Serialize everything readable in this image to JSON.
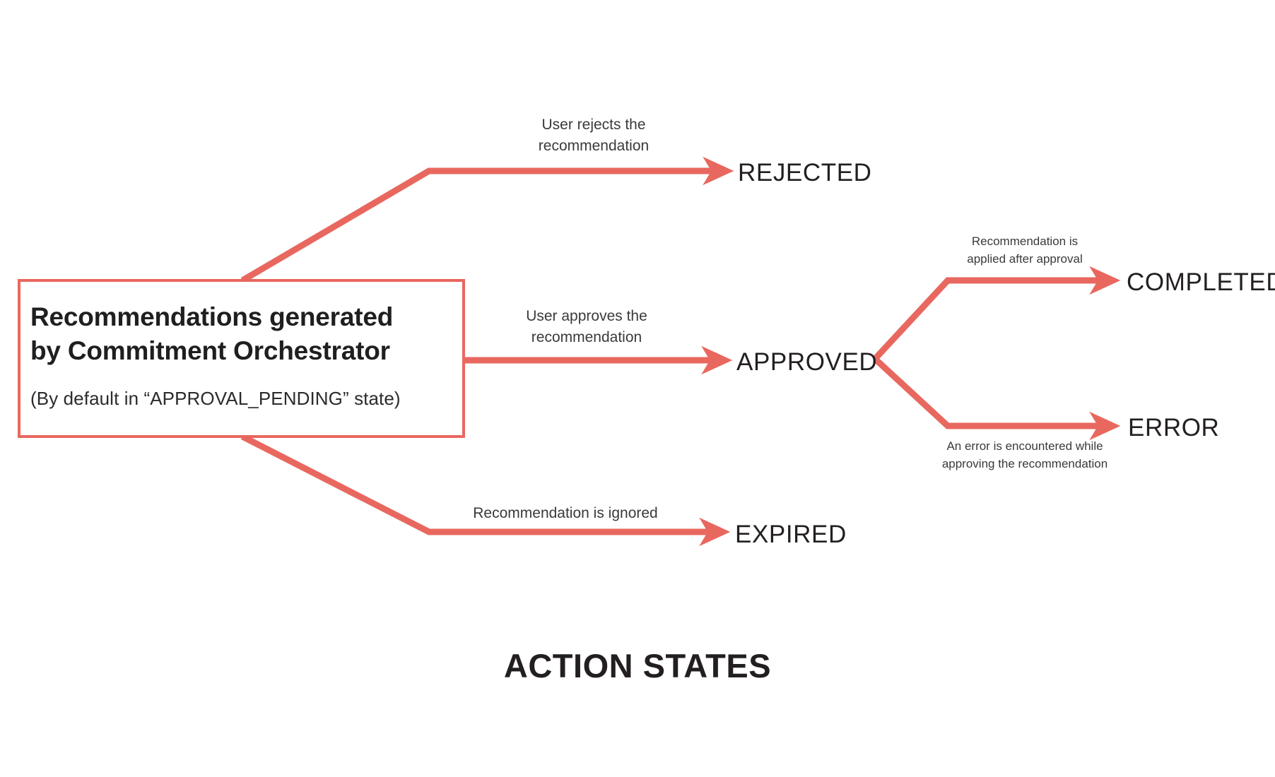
{
  "diagram": {
    "caption": "ACTION STATES",
    "accent_color": "#e8685f",
    "text_color": "#231f20",
    "background_color": "#ffffff"
  },
  "source_node": {
    "title": "Recommendations generated\nby Commitment Orchestrator",
    "subtitle": "(By default in “APPROVAL_PENDING” state)"
  },
  "states": [
    {
      "id": "rejected",
      "label": "REJECTED"
    },
    {
      "id": "approved",
      "label": "APPROVED"
    },
    {
      "id": "expired",
      "label": "EXPIRED"
    },
    {
      "id": "completed",
      "label": "COMPLETED"
    },
    {
      "id": "error",
      "label": "ERROR"
    }
  ],
  "transitions": [
    {
      "id": "to-rejected",
      "from": "source",
      "to": "rejected",
      "label": "User rejects the\nrecommendation"
    },
    {
      "id": "to-approved",
      "from": "source",
      "to": "approved",
      "label": "User approves the\nrecommendation"
    },
    {
      "id": "to-expired",
      "from": "source",
      "to": "expired",
      "label": "Recommendation is ignored"
    },
    {
      "id": "to-completed",
      "from": "approved",
      "to": "completed",
      "label": "Recommendation is\napplied after approval"
    },
    {
      "id": "to-error",
      "from": "approved",
      "to": "error",
      "label": "An error is encountered while\napproving the recommendation"
    }
  ]
}
